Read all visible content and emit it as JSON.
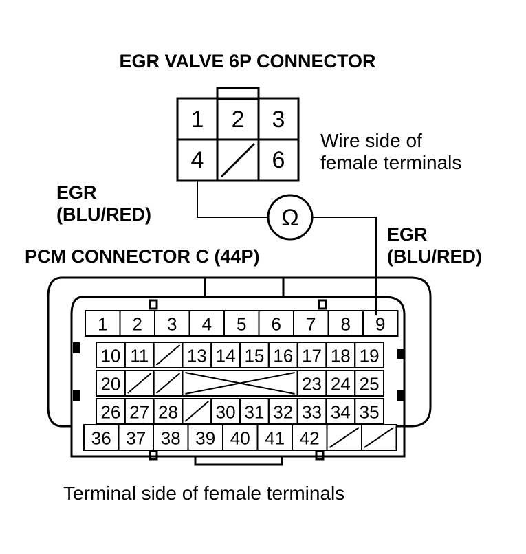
{
  "egr_connector": {
    "title": "EGR VALVE 6P CONNECTOR",
    "pins": [
      "1",
      "2",
      "3",
      "4",
      "",
      "6"
    ],
    "note_line1": "Wire side of",
    "note_line2": "female terminals"
  },
  "wires": {
    "left_line1": "EGR",
    "left_line2": "(BLU/RED)",
    "right_line1": "EGR",
    "right_line2": "(BLU/RED)"
  },
  "meter": {
    "symbol": "Ω"
  },
  "pcm_connector": {
    "title": "PCM CONNECTOR C (44P)",
    "row1": [
      "1",
      "2",
      "3",
      "4",
      "5",
      "6",
      "7",
      "8",
      "9"
    ],
    "row2": [
      "10",
      "11",
      "",
      "13",
      "14",
      "15",
      "16",
      "17",
      "18",
      "19"
    ],
    "row3": [
      "20",
      "",
      "",
      "23",
      "24",
      "25"
    ],
    "row4": [
      "26",
      "27",
      "28",
      "",
      "30",
      "31",
      "32",
      "33",
      "34",
      "35"
    ],
    "row5": [
      "36",
      "37",
      "38",
      "39",
      "40",
      "41",
      "42",
      "",
      ""
    ],
    "caption": "Terminal side of female terminals"
  }
}
